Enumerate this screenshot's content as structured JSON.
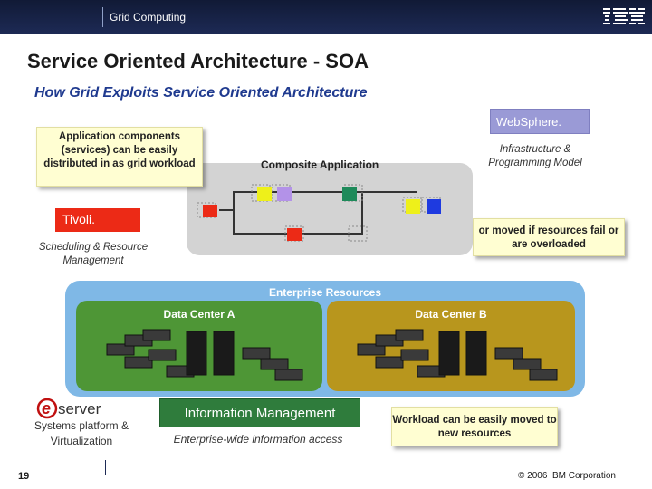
{
  "header": {
    "title": "Grid Computing",
    "logo_text": "IBM",
    "background": "#111a36"
  },
  "slide": {
    "title": "Service Oriented Architecture - SOA",
    "subtitle": "How Grid Exploits Service Oriented Architecture"
  },
  "callouts": {
    "application": "Application components (services) can be easily distributed in as grid workload",
    "moved": "or moved if resources fail or are overloaded",
    "workload": "Workload can be easily moved to new resources"
  },
  "composite": {
    "label": "Composite Application"
  },
  "brands": {
    "websphere": "WebSphere.",
    "websphere_caption": "Infrastructure & Programming Model",
    "tivoli": "Tivoli.",
    "tivoli_caption": "Scheduling & Resource Management",
    "eserver": "server",
    "eserver_prefix": "e",
    "eserver_caption": "Systems platform & Virtualization",
    "info_mgmt": "Information Management",
    "info_caption": "Enterprise-wide information access"
  },
  "resources": {
    "enterprise_label": "Enterprise Resources",
    "dc_a_label": "Data Center A",
    "dc_b_label": "Data Center B"
  },
  "colors": {
    "tivoli_red": "#ec2a16",
    "websphere_purple": "#9a9ad6",
    "dc_a_green": "#4e9636",
    "dc_b_gold": "#b8961d",
    "enterprise_blue": "#7fb8e6",
    "component_colors": [
      "#ec2a16",
      "#eef01a",
      "#b392e8",
      "#1e8a5a",
      "#1e3ae0"
    ]
  },
  "footer": {
    "slide_number": "19",
    "copyright": "© 2006 IBM Corporation"
  }
}
